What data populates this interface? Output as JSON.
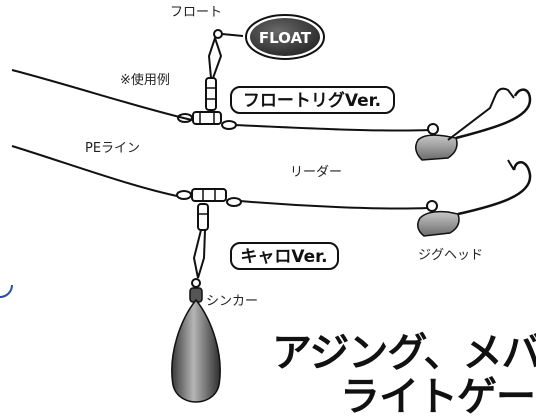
{
  "labels": {
    "float_label": "フロート",
    "float_badge": "FLOAT",
    "usage_example": "※使用例",
    "float_rig": "フロートリグVer.",
    "pe_line": "PEライン",
    "leader": "リーダー",
    "carolina_rig": "キャロVer.",
    "jig_head": "ジグヘッド",
    "sinker": "シンカー"
  },
  "headline": {
    "line1": "アジング、メバリ",
    "line2": "ライトゲーム"
  },
  "colors": {
    "line": "#111111",
    "float_body": "#3a3a3a",
    "headline_fill": "#111111",
    "headline_outline": "#ffffff",
    "lead_dark": "#2e2e2e",
    "lead_light": "#9a9a9a"
  }
}
